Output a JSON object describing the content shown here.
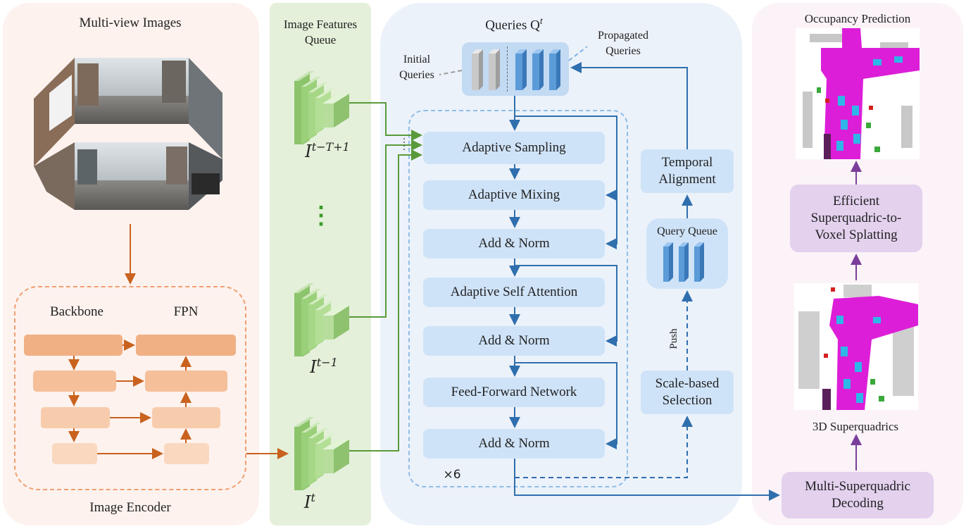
{
  "panels": {
    "multiview_title": "Multi-view Images",
    "image_encoder": "Image Encoder",
    "backbone": "Backbone",
    "fpn": "FPN",
    "features_queue_line1": "Image Features",
    "features_queue_line2": "Queue",
    "queries_title": "Queries Q",
    "queries_sup": "t",
    "initial_queries_line1": "Initial",
    "initial_queries_line2": "Queries",
    "propagated_queries_line1": "Propagated",
    "propagated_queries_line2": "Queries",
    "occupancy_title": "Occupancy Prediction",
    "superquadrics_label": "3D Superquadrics"
  },
  "feature_labels": {
    "first": {
      "base": "I",
      "sup": "t−T+1"
    },
    "mid": {
      "base": "I",
      "sup": "t−1"
    },
    "last": {
      "base": "I",
      "sup": "t"
    }
  },
  "decoder": {
    "adaptive_sampling": "Adaptive Sampling",
    "adaptive_mixing": "Adaptive Mixing",
    "add_norm_1": "Add & Norm",
    "adaptive_self_attention": "Adaptive Self Attention",
    "add_norm_2": "Add & Norm",
    "ffn": "Feed-Forward Network",
    "add_norm_3": "Add & Norm",
    "repeat": "×6"
  },
  "queue": {
    "temporal_alignment_line1": "Temporal",
    "temporal_alignment_line2": "Alignment",
    "query_queue": "Query Queue",
    "push": "Push",
    "scale_selection_line1": "Scale-based",
    "scale_selection_line2": "Selection"
  },
  "output": {
    "splatting_line1": "Efficient",
    "splatting_line2": "Superquadric-to-",
    "splatting_line3": "Voxel Splatting",
    "decoding_line1": "Multi-Superquadric",
    "decoding_line2": "Decoding"
  },
  "ellipsis": "⋮",
  "colors": {
    "orange_arrow": "#c8621e",
    "green_arrow": "#5a9a3a",
    "blue_arrow": "#2f6fad",
    "purple_arrow": "#7a3e9a",
    "panel_pink": "#fdf2ee",
    "panel_green": "#e4f0da",
    "panel_blue": "#ecf2fa",
    "panel_lavender": "#fbf3f8",
    "magenta_road": "#e020e0"
  }
}
